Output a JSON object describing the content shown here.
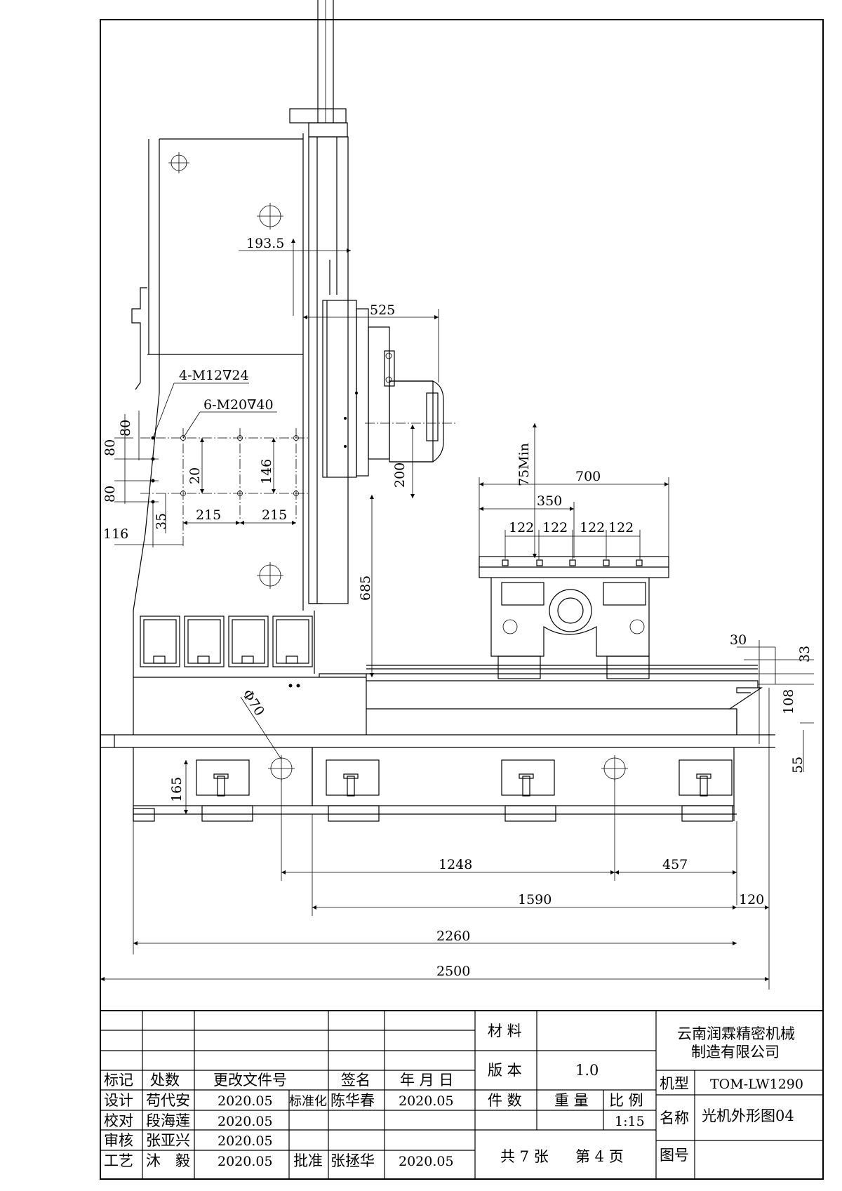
{
  "dimensions": {
    "d193_5": "193.5",
    "d525": "525",
    "thread_a": "4-M12∇24",
    "thread_b": "6-M20∇40",
    "d80a": "80",
    "d80b": "80",
    "d80c": "80",
    "d20": "20",
    "d146": "146",
    "d200": "200",
    "d75min": "75Min",
    "d700": "700",
    "d350": "350",
    "d122a": "122",
    "d122b": "122",
    "d122c": "122",
    "d122d": "122",
    "d35": "35",
    "d215a": "215",
    "d215b": "215",
    "d116": "116",
    "d685": "685",
    "d30": "30",
    "d33": "33",
    "d108": "108",
    "d55": "55",
    "phi70": "Φ70",
    "d165": "165",
    "d1248": "1248",
    "d457": "457",
    "d1590": "1590",
    "d120": "120",
    "d2260": "2260",
    "d2500": "2500"
  },
  "title_block": {
    "material_label": "材 料",
    "material_value": "",
    "version_label": "版 本",
    "version_value": "1.0",
    "company_line1": "云南润霖精密机械",
    "company_line2": "制造有限公司",
    "model_label": "机型",
    "model_value": "TOM-LW1290",
    "pieces_label": "件 数",
    "weight_label": "重 量",
    "scale_label": "比 例",
    "scale_value": "1:15",
    "name_label": "名称",
    "name_value": "光机外形图04",
    "drawing_no_label": "图号",
    "drawing_no_value": "",
    "sheets": "共 7 张",
    "sheet_no": "第 4 页",
    "headers": {
      "mark": "标记",
      "count": "处数",
      "change_doc": "更改文件号",
      "signature": "签名",
      "date": "年 月 日"
    },
    "rows": [
      {
        "role": "设计",
        "name": "苟代安",
        "date": "2020.05",
        "role2": "标准化",
        "name2": "陈华春",
        "date2": "2020.05"
      },
      {
        "role": "校对",
        "name": "段海莲",
        "date": "2020.05",
        "role2": "",
        "name2": "",
        "date2": ""
      },
      {
        "role": "审核",
        "name": "张亚兴",
        "date": "2020.05",
        "role2": "",
        "name2": "",
        "date2": ""
      },
      {
        "role": "工艺",
        "name": "沐　毅",
        "date": "2020.05",
        "role2": "批准",
        "name2": "张拯华",
        "date2": "2020.05"
      }
    ]
  }
}
